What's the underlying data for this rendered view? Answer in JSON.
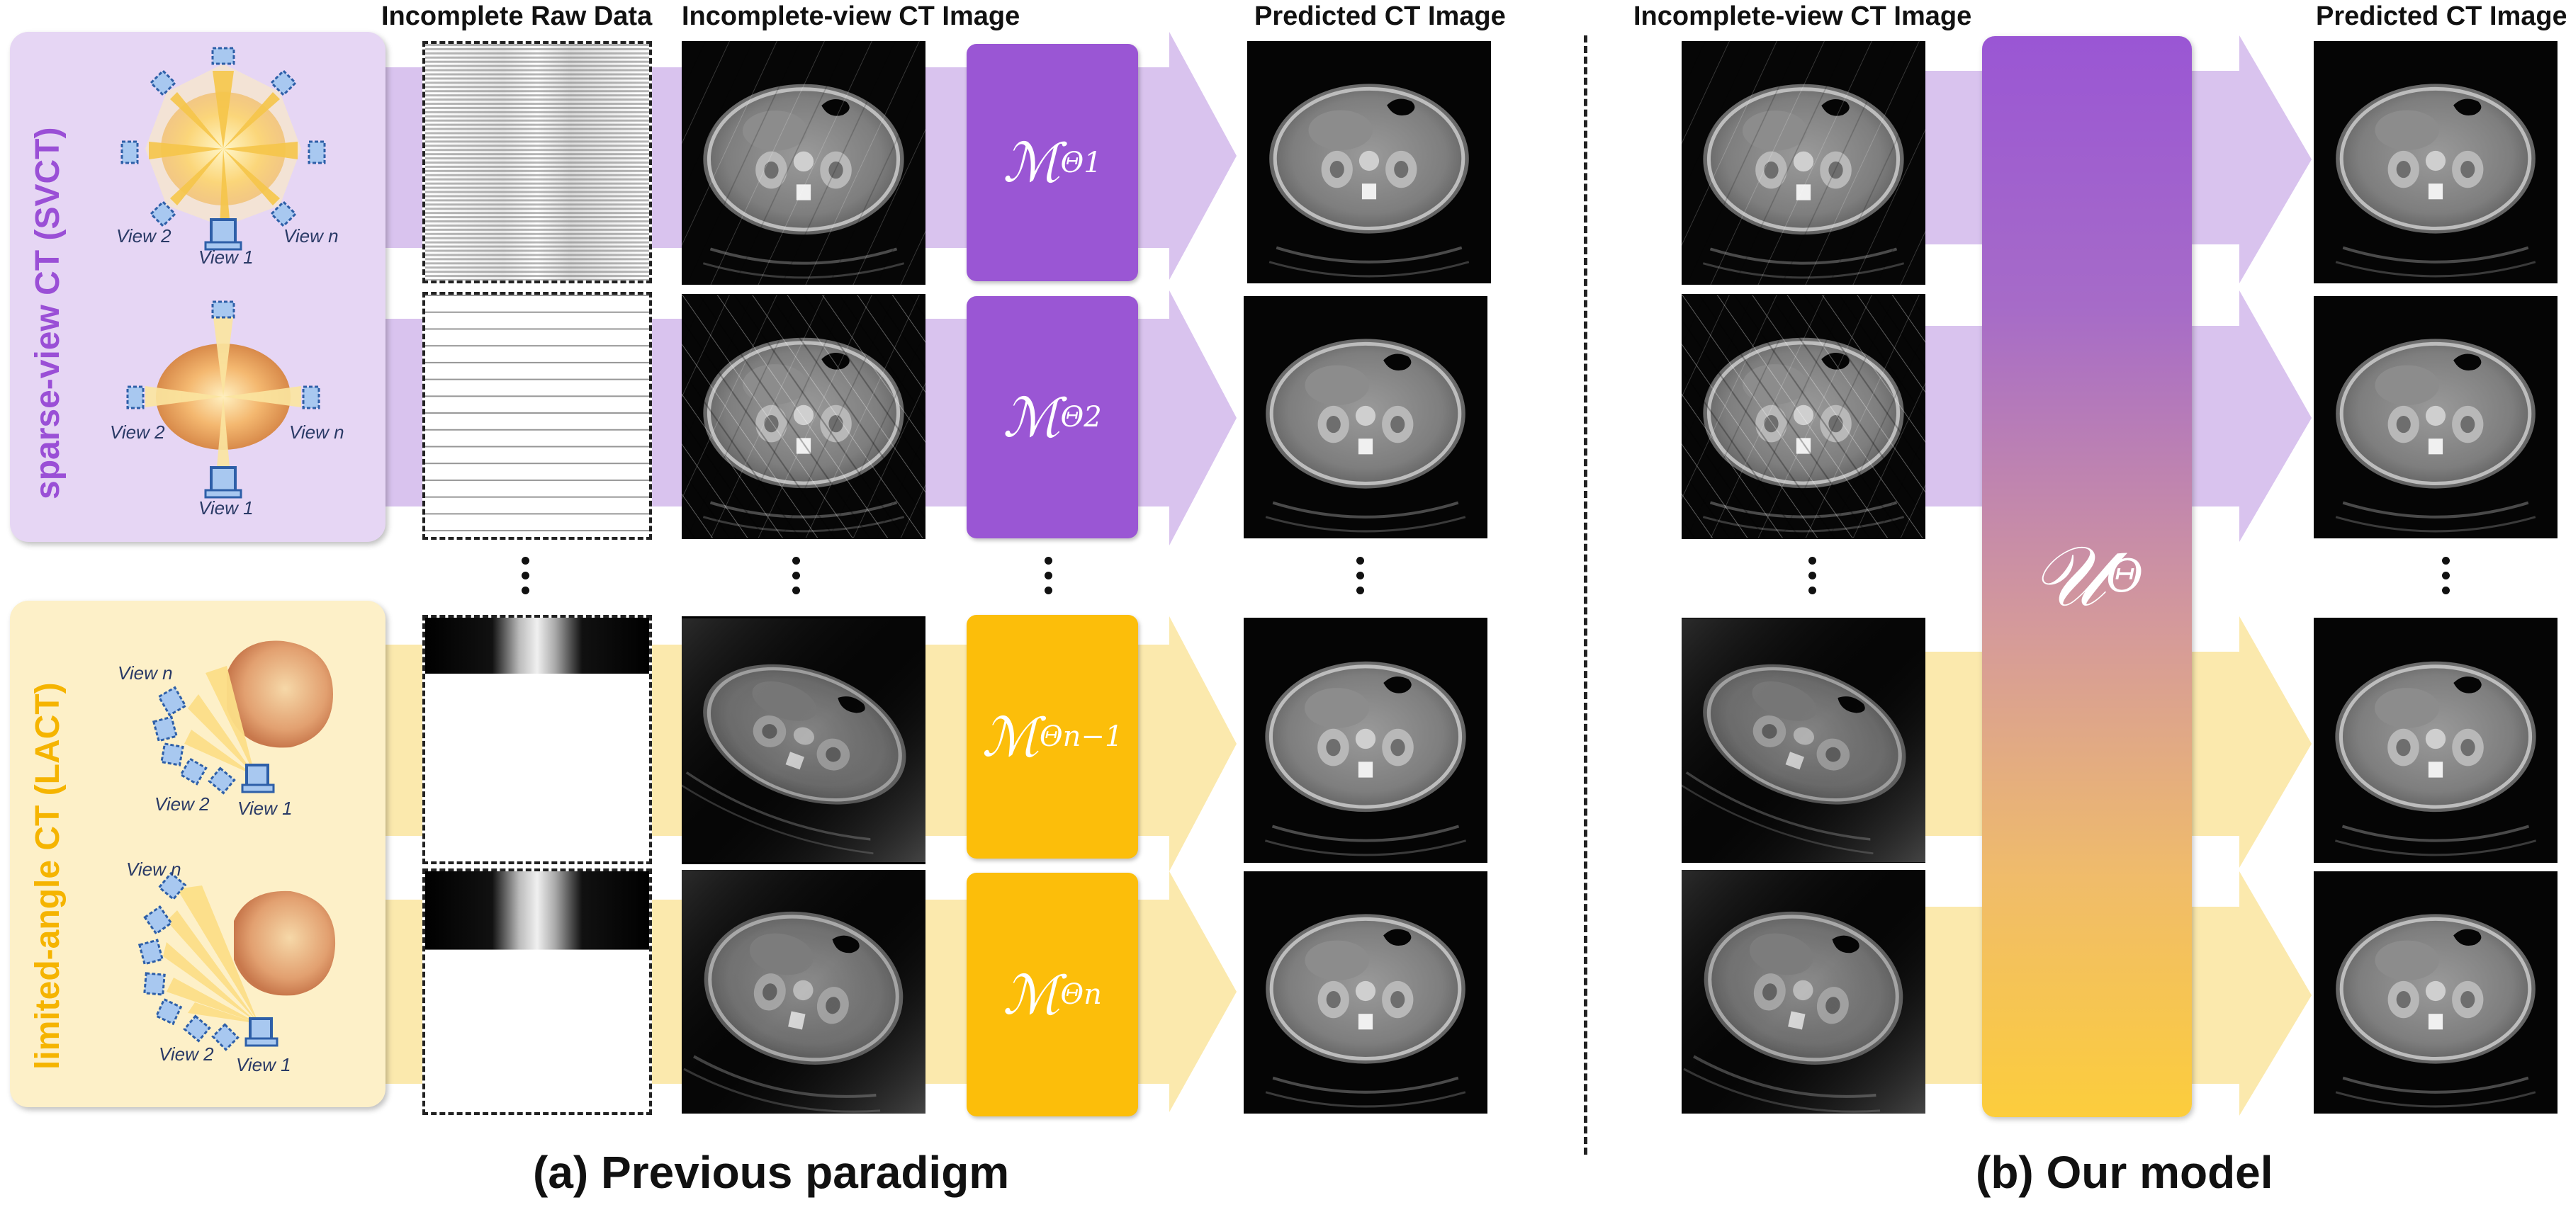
{
  "column_headers": {
    "raw": "Incomplete Raw Data",
    "incomplete_a": "Incomplete-view CT Image",
    "predicted_a": "Predicted CT Image",
    "incomplete_b": "Incomplete-view CT Image",
    "predicted_b": "Predicted CT Image"
  },
  "group_labels": {
    "svct": "sparse-view CT (SVCT)",
    "lact": "limited-angle CT  (LACT)"
  },
  "view_labels": {
    "view_1": "View 1",
    "view_2": "View 2",
    "view_n": "View n"
  },
  "models": {
    "m_symbol": "ℳ",
    "theta": "Θ",
    "m1_sub": "Θ1",
    "m2_sub": "Θ2",
    "mn1_sub": "Θn−1",
    "mn_sub": "Θn",
    "unified_symbol": "𝒰",
    "unified_sub": "Θ"
  },
  "captions": {
    "a": "(a) Previous paradigm",
    "b": "(b) Our model"
  },
  "colors": {
    "svct_panel": "#e6d6f4",
    "svct_arrow": "#d9c3ee",
    "svct_model": "#9a56d4",
    "svct_label": "#9a4fd6",
    "lact_panel": "#fdf0c8",
    "lact_arrow": "#fbe9ad",
    "lact_model": "#fcbe0a",
    "lact_label": "#f5b400",
    "unified_top": "#9a56d4",
    "unified_bottom": "#fccd3c"
  }
}
